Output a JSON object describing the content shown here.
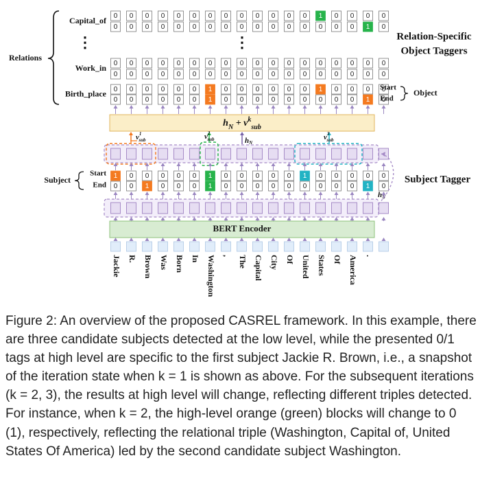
{
  "relations": {
    "label": "Relations",
    "rows": [
      {
        "label": "Capital_of",
        "start": [
          0,
          0,
          0,
          0,
          0,
          0,
          0,
          0,
          0,
          0,
          0,
          0,
          0,
          1,
          0,
          0,
          0,
          0
        ],
        "end": [
          0,
          0,
          0,
          0,
          0,
          0,
          0,
          0,
          0,
          0,
          0,
          0,
          0,
          0,
          0,
          0,
          1,
          0
        ]
      },
      {
        "label": "Work_in",
        "start": [
          0,
          0,
          0,
          0,
          0,
          0,
          0,
          0,
          0,
          0,
          0,
          0,
          0,
          0,
          0,
          0,
          0,
          0
        ],
        "end": [
          0,
          0,
          0,
          0,
          0,
          0,
          0,
          0,
          0,
          0,
          0,
          0,
          0,
          0,
          0,
          0,
          0,
          0
        ]
      },
      {
        "label": "Birth_place",
        "start": [
          0,
          0,
          0,
          0,
          0,
          0,
          1,
          0,
          0,
          0,
          0,
          0,
          0,
          1,
          0,
          0,
          0,
          0
        ],
        "end": [
          0,
          0,
          0,
          0,
          0,
          0,
          1,
          0,
          0,
          0,
          0,
          0,
          0,
          0,
          0,
          0,
          1,
          0
        ]
      }
    ],
    "ellipsis": "⋮"
  },
  "object_taggers_label": [
    "Relation-Specific",
    "Object Taggers"
  ],
  "object_bracket": {
    "start": "Start",
    "end": "End",
    "label": "Object"
  },
  "fusion_formula": "h_N + v^k_sub",
  "vsub_labels": [
    {
      "base": "v",
      "sup": "1",
      "sub": "sub"
    },
    {
      "base": "v",
      "sup": "2",
      "sub": "sub"
    },
    {
      "base": "v",
      "sup": "3",
      "sub": "sub"
    }
  ],
  "hn_label": "h_N",
  "subject": {
    "label": "Subject",
    "start_label": "Start",
    "end_label": "End",
    "start": [
      1,
      0,
      0,
      0,
      0,
      0,
      1,
      0,
      0,
      0,
      0,
      0,
      1,
      0,
      0,
      0,
      0,
      0
    ],
    "end": [
      0,
      0,
      1,
      0,
      0,
      0,
      1,
      0,
      0,
      0,
      0,
      0,
      0,
      0,
      0,
      0,
      1,
      0
    ]
  },
  "subject_tagger_label": "Subject Tagger",
  "encoder_label": "BERT Encoder",
  "tokens": [
    "Jackie",
    "R.",
    "Brown",
    "Was",
    "Born",
    "In",
    "Washington",
    ",",
    "The",
    "Capital",
    "City",
    "Of",
    "United",
    "States",
    "Of",
    "America",
    "."
  ],
  "colors": {
    "orange": "#f47a20",
    "green": "#27b34b",
    "cyan": "#22b3c4",
    "purple": "#a68bc7",
    "encoder": "#d8ecd2",
    "fusion": "#fbeec8"
  },
  "caption": "Figure 2: An overview of the proposed CASREL framework. In this example, there are three candidate subjects detected at the low level, while the presented 0/1 tags at high level are specific to the first subject Jackie R. Brown, i.e., a snapshot of the iteration state when k = 1 is shown as above. For the subsequent iterations (k = 2, 3), the results at high level will change, reflecting different triples detected. For instance, when k = 2, the high-level orange (green) blocks will change to 0 (1), respectively, reflecting the relational triple (Washington, Capital of, United States Of America) led by the second candidate subject Washington."
}
